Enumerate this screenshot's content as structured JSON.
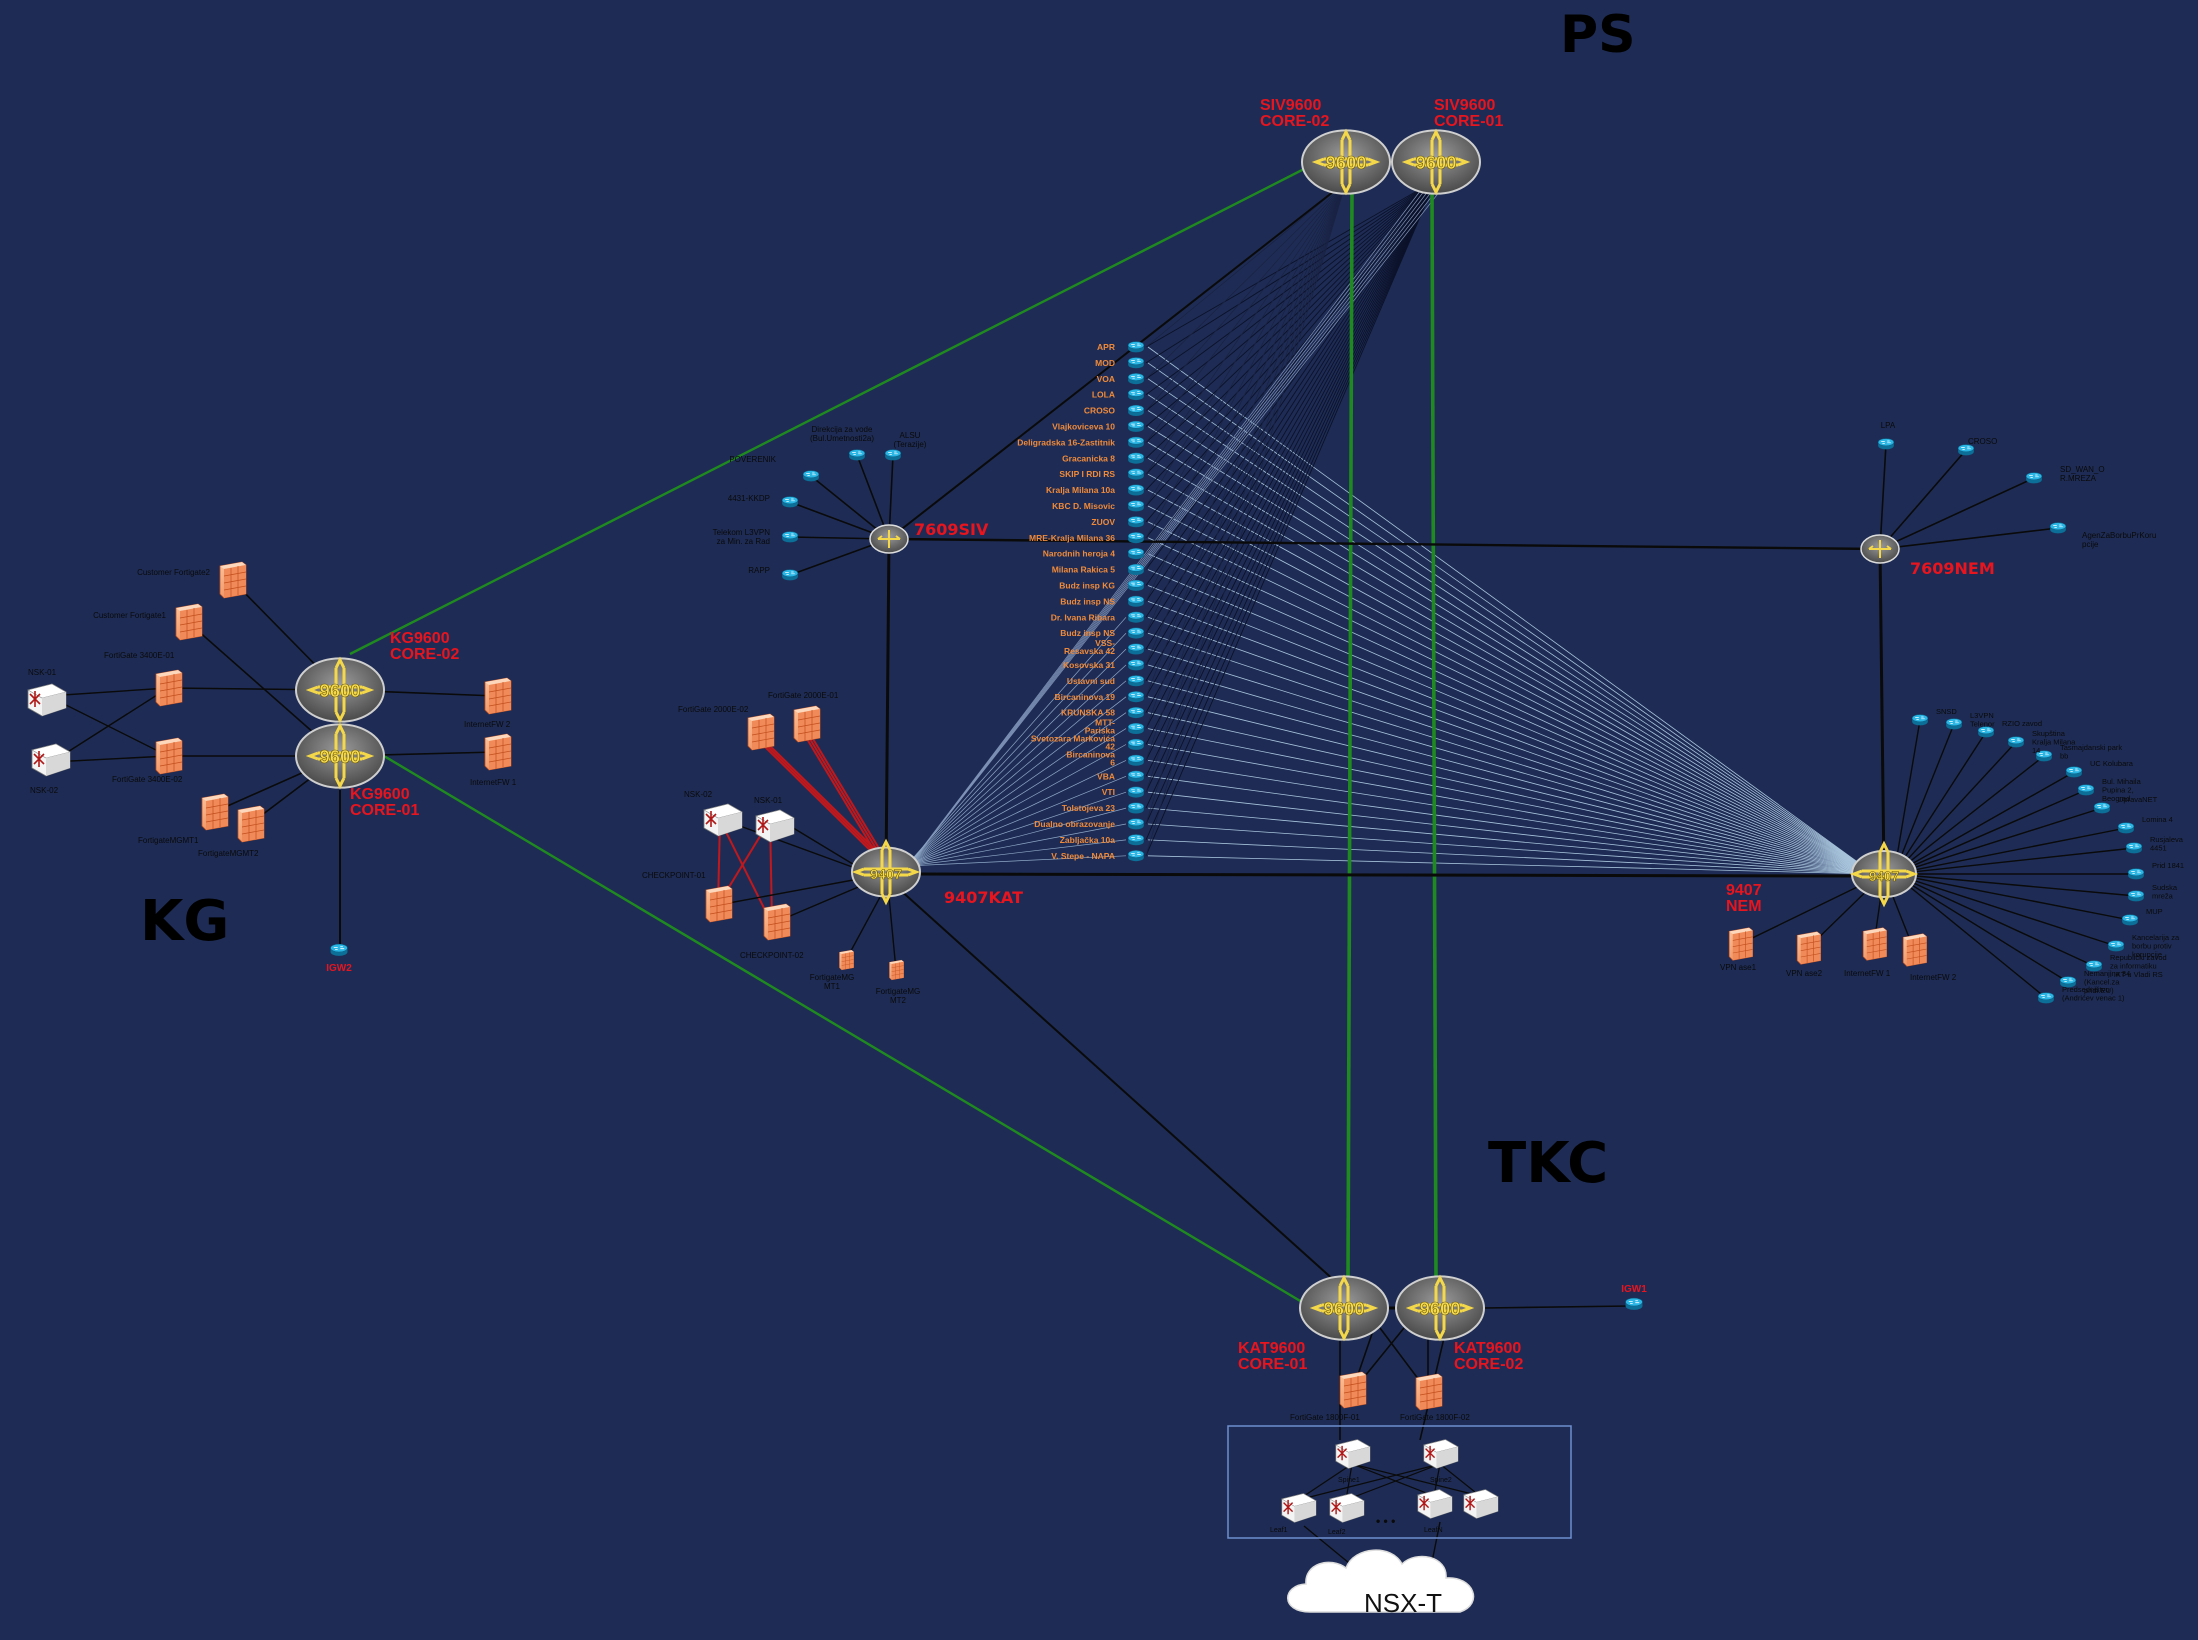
{
  "sites": {
    "ps": "PS",
    "kg": "KG",
    "tkc": "TKC"
  },
  "core": {
    "siv_core02": [
      "SIV9600",
      "CORE-02"
    ],
    "siv_core01": [
      "SIV9600",
      "CORE-01"
    ],
    "kg_core02": [
      "KG9600",
      "CORE-02"
    ],
    "kg_core01": [
      "KG9600",
      "CORE-01"
    ],
    "kat_core01": [
      "KAT9600",
      "CORE-01"
    ],
    "kat_core02": [
      "KAT9600",
      "CORE-02"
    ],
    "chassis_label": "9600"
  },
  "aggregation": {
    "r7609siv": "7609SIV",
    "r7609nem": "7609NEM",
    "s9407kat": "9407KAT",
    "s9407nem": [
      "9407",
      "NEM"
    ],
    "chassis_9407": "9407"
  },
  "branch_sites": [
    "APR",
    "MOD",
    "VOA",
    "LOLA",
    "CROSO",
    "Vlajkoviceva 10",
    "Deligradska 16-Zastitnik",
    "Gracanicka 8",
    "SKIP I RDI RS",
    "Kralja Milana 10a",
    "KBC D. Misovic",
    "ZUOV",
    "MRE-Kralja Milana 36",
    "Narodnih heroja 4",
    "Milana Rakica 5",
    "Budz insp KG",
    "Budz insp NS",
    "Dr. Ivana Ribara",
    "Budz insp NS",
    "VSS-\nResavska 42",
    "Kosovska 31",
    "Ustavni sud",
    "Bircaninova 19",
    "KRUNSKA 58",
    "MTT-\nPariska",
    "Svetozara Markovića\n42",
    "Bircaninova\n6",
    "VBA",
    "VTI",
    "Tolstojeva 23",
    "Dualno obrazovanje",
    "Zabljačka 10a",
    "V. Stepe - NAPA"
  ],
  "siv_spokes": [
    "Direkcija za vode\n(Bul.Umetnosti2a)",
    "ALSU\n(Terazije)",
    "POVERENIK",
    "4431-KKDP",
    "Telekom L3VPN\nza Min. za Rad",
    "RAPP"
  ],
  "nem_spokes": [
    "LPA",
    "CROSO",
    "SD_WAN_O\nR.MREZA",
    "AgenZaBorbuPrKoru\npcije"
  ],
  "nem_9407_spokes": [
    "SNSD",
    "L3VPN\nTelenor",
    "RZIO zavod",
    "Skupština\nKralja Milana\n14",
    "Tasmajdanski park\nbb",
    "UC Kolubara",
    "Bul. Mihaila\nPupina 2,\nBeograd",
    "UpravaNET",
    "Lomina 4",
    "Rusjaleva\n4451",
    "Prid 1841",
    "Sudska\nmreža",
    "MUP",
    "Kancelarija za\nborbu protiv\nkorupcije",
    "Republički zavod\nza informatiku\ni IKT u Vladi RS",
    "Nemanjina 34\n(Kancel.za\npridr.EU)",
    "Predsedništvo\n(Andrićev venac 1)"
  ],
  "nem_firewalls": [
    "VPN ase1",
    "VPN ase2",
    "InternetFW 1",
    "InternetFW 2"
  ],
  "kg_devices": {
    "customer_fg2": "Customer Fortigate2",
    "customer_fg1": "Customer Fortigate1",
    "fg3400_01": "FortiGate 3400E-01",
    "fg3400_02": "FortiGate 3400E-02",
    "nsk01": "NSK-01",
    "nsk02": "NSK-02",
    "mgmt1": "FortigateMGMT1",
    "mgmt2": "FortigateMGMT2",
    "inetfw2": "InternetFW 2",
    "inetfw1": "InternetFW 1",
    "igw2": "IGW2"
  },
  "kat_devices": {
    "fg2000_02": "FortiGate 2000E-02",
    "fg2000_01": "FortiGate 2000E-01",
    "nsk02": "NSK-02",
    "nsk01": "NSK-01",
    "cp01": "CHECKPOINT-01",
    "cp02": "CHECKPOINT-02",
    "mt1": "FortigateMG\nMT1",
    "mt2": "FortigateMG\nMT2"
  },
  "tkc_devices": {
    "fg1800_01": "FortiGate 1800F-01",
    "fg1800_02": "FortiGate 1800F-02",
    "igw1": "IGW1",
    "spine1": "Spine1",
    "spine2": "Spine2",
    "leaf1": "Leaf1",
    "leaf2": "Leaf2",
    "leafn": "LeafN",
    "ellipsis": "• • •",
    "cloud": "NSX-T"
  },
  "colors": {
    "background": "#1e2c55",
    "core_link": "#1f8a1f",
    "link": "#0a0a0a",
    "branch_link": "#a8c4dc",
    "label_red": "#e8141e",
    "label_orange": "#f08a3a",
    "router_blue": "#1aa3d6",
    "firewall": "#f4a070"
  }
}
